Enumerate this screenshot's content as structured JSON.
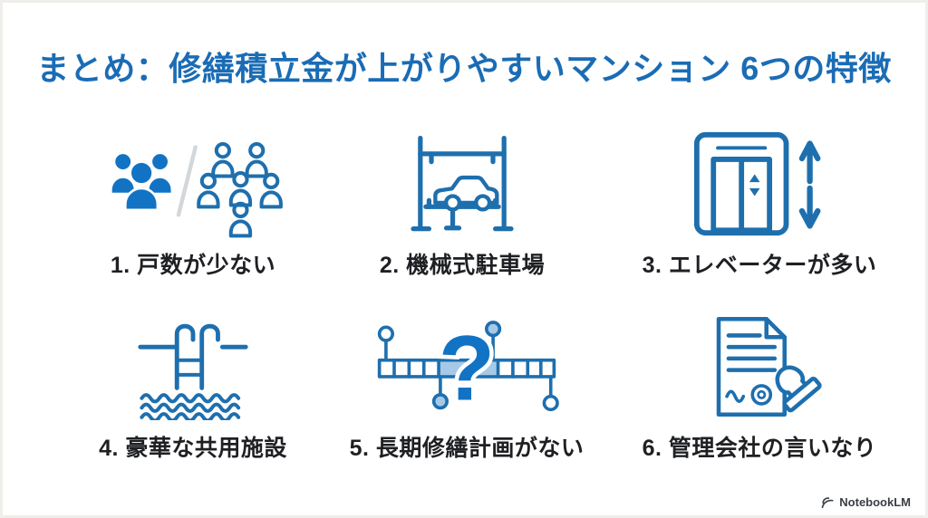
{
  "title": "まとめ：修繕積立金が上がりやすいマンション 6つの特徴",
  "items": [
    {
      "id": "few-units",
      "label": "1. 戸数が少ない",
      "icon": "people-count-comparison-icon"
    },
    {
      "id": "mechanical-parking",
      "label": "2. 機械式駐車場",
      "icon": "mechanical-parking-lift-icon"
    },
    {
      "id": "many-elevators",
      "label": "3. エレベーターが多い",
      "icon": "elevator-icon"
    },
    {
      "id": "luxury-facilities",
      "label": "4. 豪華な共用施設",
      "icon": "swimming-pool-icon"
    },
    {
      "id": "no-repair-plan",
      "label": "5. 長期修繕計画がない",
      "icon": "timeline-question-icon"
    },
    {
      "id": "management-dependent",
      "label": "6. 管理会社の言いなり",
      "icon": "document-stamp-icon"
    }
  ],
  "icon5_question_mark": "?",
  "watermark": {
    "brand": "NotebookLM",
    "logo": "notebooklm-logo-icon"
  },
  "colors": {
    "title_color": "#1a6cb5",
    "label_color": "#1f2023",
    "icon_blue": "#1e6fae",
    "icon_fill": "#1273c4",
    "light_blue": "#a6c9e8",
    "slash_gray": "#d3d7da",
    "watermark_color": "#3a3f44",
    "canvas_bg": "#ffffff",
    "frame_color": "#efeeea"
  }
}
